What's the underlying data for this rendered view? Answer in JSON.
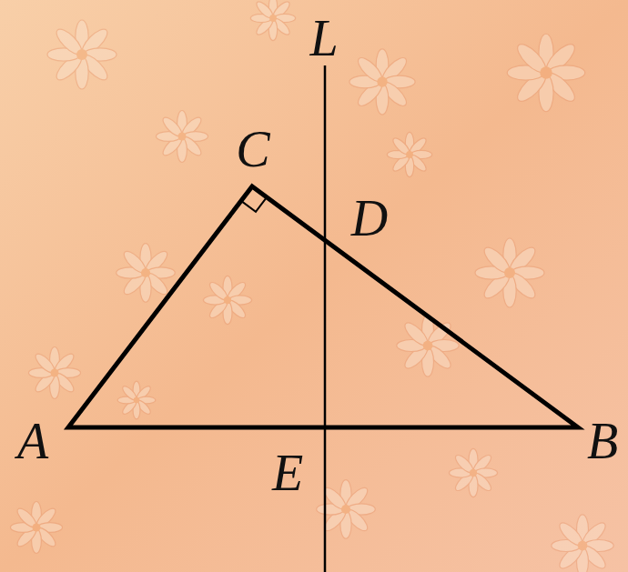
{
  "diagram": {
    "labels": [
      "L",
      "C",
      "D",
      "A",
      "E",
      "B"
    ]
  }
}
